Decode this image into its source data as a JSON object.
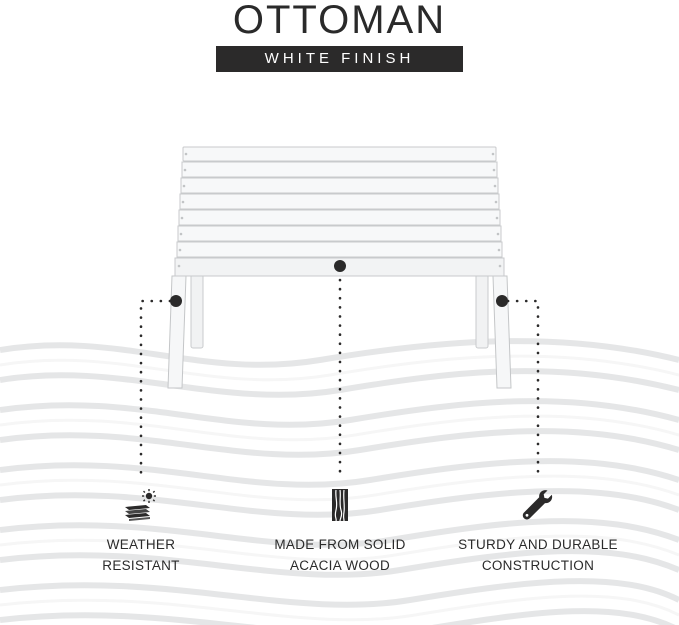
{
  "header": {
    "title": "OTTOMAN",
    "subtitle": "WHITE FINISH"
  },
  "product": {
    "name": "ottoman",
    "color": "#f4f5f6"
  },
  "features": [
    {
      "icon": "weather-icon",
      "line1": "WEATHER",
      "line2": "RESISTANT"
    },
    {
      "icon": "wood-grain-icon",
      "line1": "MADE FROM SOLID",
      "line2": "ACACIA WOOD"
    },
    {
      "icon": "wrench-icon",
      "line1": "STURDY AND DURABLE",
      "line2": "CONSTRUCTION"
    }
  ],
  "colors": {
    "dark": "#2b2a2a",
    "background": "#ffffff"
  }
}
